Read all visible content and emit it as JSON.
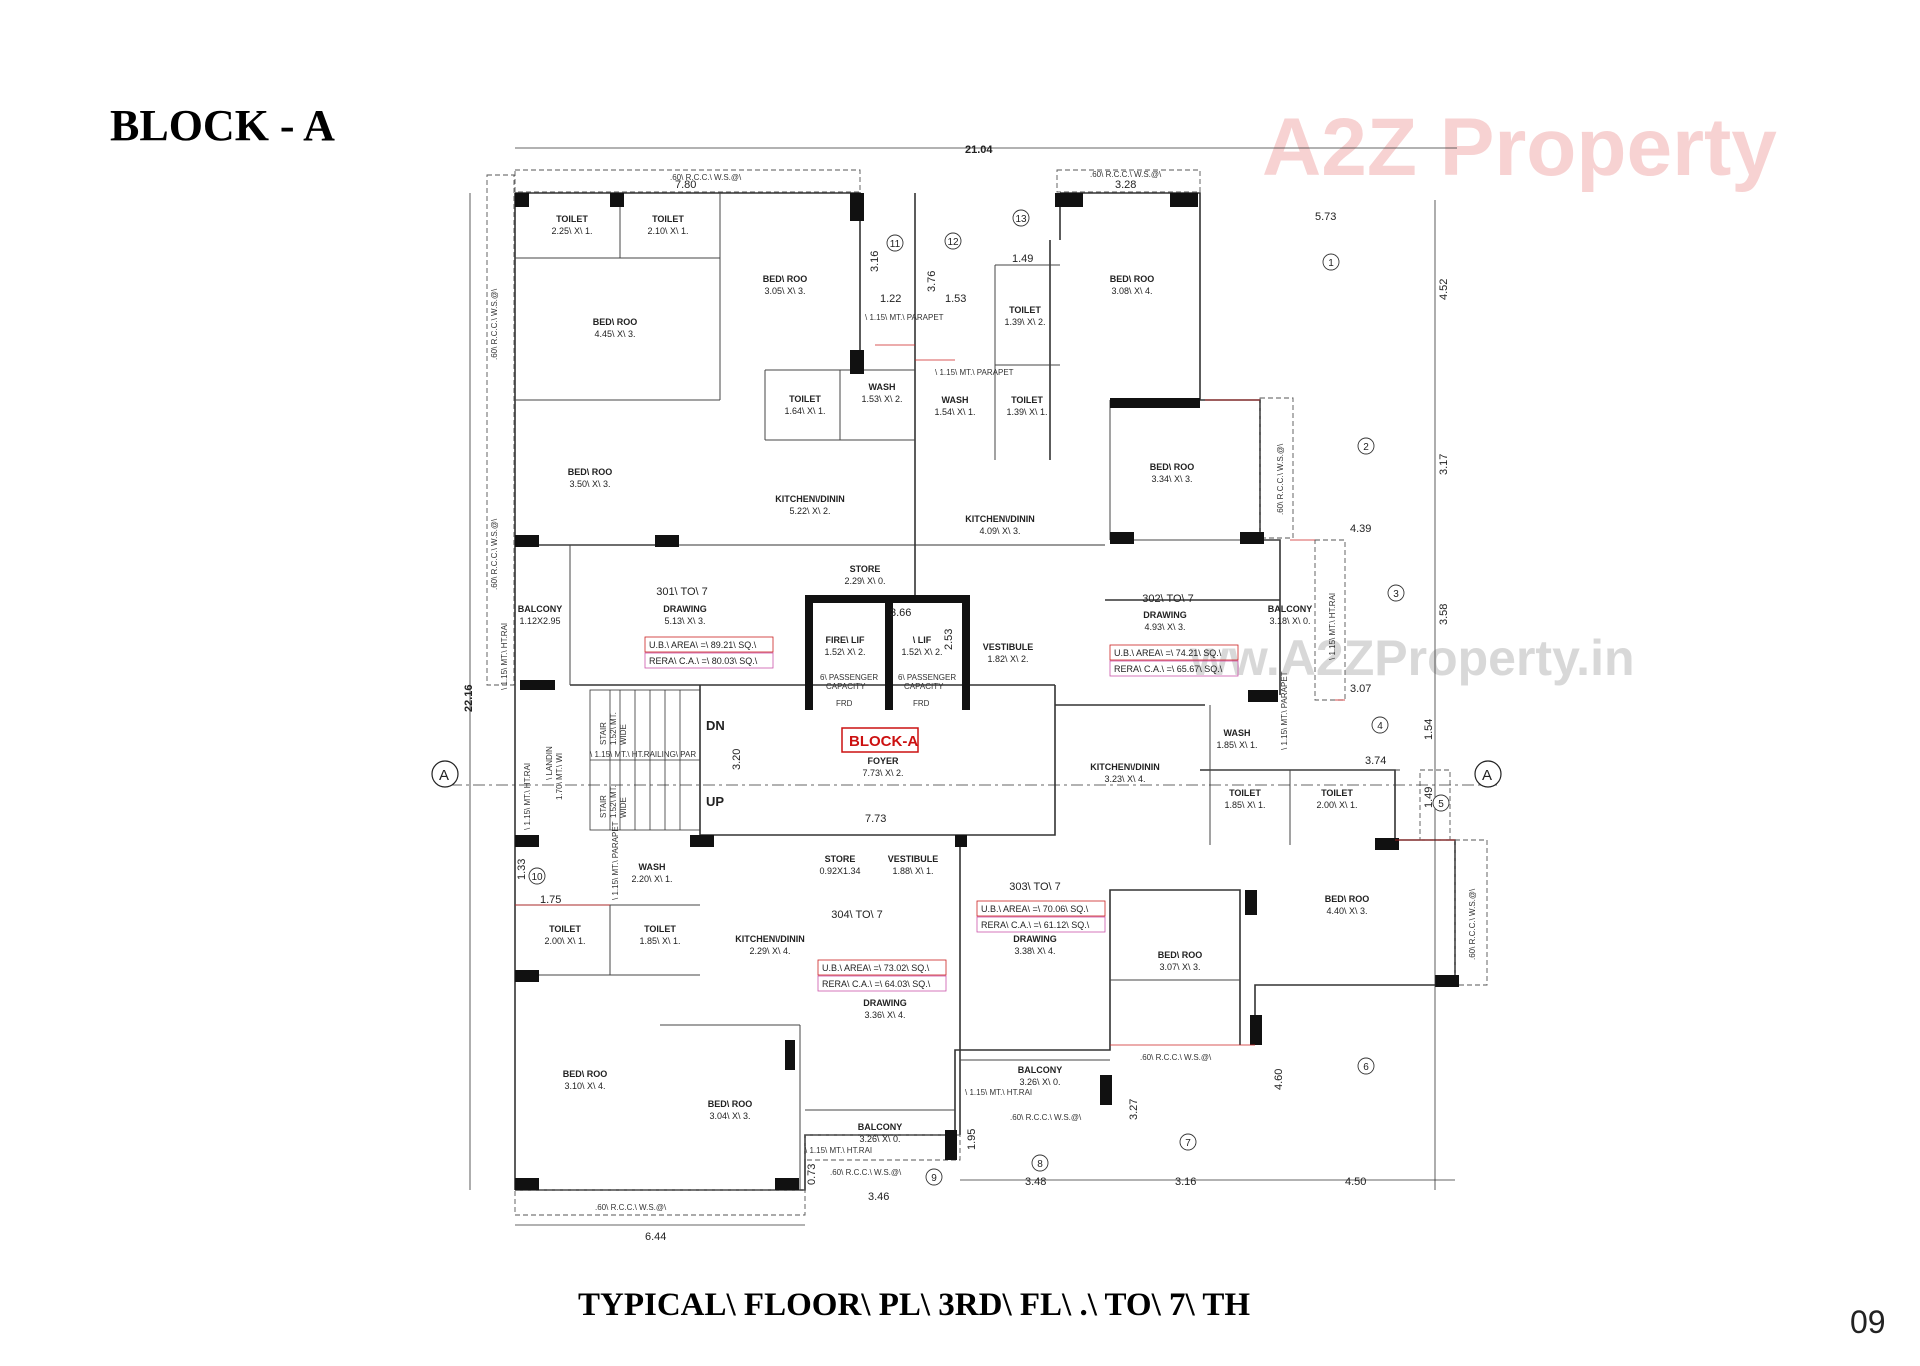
{
  "page_title": "BLOCK - A",
  "plan_title": "TYPICAL\\ FLOOR\\ PL\\ 3RD\\ FL\\ .\\ TO\\ 7\\ TH",
  "page_number": "09",
  "watermark": {
    "logo": "A2Z Property",
    "url": "ww.A2ZProperty.in"
  },
  "block_label": "BLOCK-A",
  "section_marker": "A",
  "dimensions": {
    "overall_width": "21.04",
    "overall_depth": "22.16",
    "top_left": "7.80",
    "top_right": "3.28",
    "bottom_left": "6.44",
    "bottom_mid": "3.46",
    "foyer_width": "7.73",
    "lift_width": "3.66",
    "lift_depth": "2.53",
    "stair_run": "3.20",
    "d_5_73": "5.73",
    "d_4_52": "4.52",
    "d_3_17": "3.17",
    "d_4_39": "4.39",
    "d_3_58": "3.58",
    "d_3_07": "3.07",
    "d_1_54": "1.54",
    "d_3_74": "3.74",
    "d_1_49b": "1.49",
    "d_4_60": "4.60",
    "d_3_27": "3.27",
    "d_1_95": "1.95",
    "d_3_48": "3.48",
    "d_3_16b": "3.16",
    "d_4_50": "4.50",
    "d_0_73": "0.73",
    "d_1_22": "1.22",
    "d_1_53": "1.53",
    "d_3_16": "3.16",
    "d_3_76": "3.76",
    "d_1_49": "1.49",
    "d_1_33": "1.33",
    "d_1_75": "1.75"
  },
  "rooms": [
    {
      "name": "TOILET",
      "size": "2.25\\ X\\ 1."
    },
    {
      "name": "TOILET",
      "size": "2.10\\ X\\ 1."
    },
    {
      "name": "BED\\ ROO",
      "size": "3.05\\ X\\ 3."
    },
    {
      "name": "BED\\ ROO",
      "size": "4.45\\ X\\ 3."
    },
    {
      "name": "TOILET",
      "size": "1.64\\ X\\ 1."
    },
    {
      "name": "WASH",
      "size": "1.53\\ X\\ 2."
    },
    {
      "name": "BED\\ ROO",
      "size": "3.50\\ X\\ 3."
    },
    {
      "name": "KITCHEN\\/DININ",
      "size": "5.22\\ X\\ 2."
    },
    {
      "name": "STORE",
      "size": "2.29\\ X\\ 0."
    },
    {
      "name": "BALCONY",
      "size": "1.12X2.95"
    },
    {
      "name": "DRAWING",
      "size": "5.13\\ X\\ 3."
    },
    {
      "name": "FIRE\\ LIF",
      "size": "1.52\\ X\\ 2."
    },
    {
      "name": "\\ LIF",
      "size": "1.52\\ X\\ 2."
    },
    {
      "name": "VESTIBULE",
      "size": "1.82\\ X\\ 2."
    },
    {
      "name": "TOILET",
      "size": "1.39\\ X\\ 2."
    },
    {
      "name": "WASH",
      "size": "1.54\\ X\\ 1."
    },
    {
      "name": "TOILET",
      "size": "1.39\\ X\\ 1."
    },
    {
      "name": "KITCHEN\\/DININ",
      "size": "4.09\\ X\\ 3."
    },
    {
      "name": "BED\\ ROO",
      "size": "3.08\\ X\\ 4."
    },
    {
      "name": "BED\\ ROO",
      "size": "3.34\\ X\\ 3."
    },
    {
      "name": "DRAWING",
      "size": "4.93\\ X\\ 3."
    },
    {
      "name": "BALCONY",
      "size": "3.18\\ X\\ 0."
    },
    {
      "name": "FOYER",
      "size": "7.73\\ X\\ 2."
    },
    {
      "name": "WASH",
      "size": "1.85\\ X\\ 1."
    },
    {
      "name": "KITCHEN\\/DININ",
      "size": "3.23\\ X\\ 4."
    },
    {
      "name": "TOILET",
      "size": "1.85\\ X\\ 1."
    },
    {
      "name": "TOILET",
      "size": "2.00\\ X\\ 1."
    },
    {
      "name": "BED\\ ROO",
      "size": "4.40\\ X\\ 3."
    },
    {
      "name": "WASH",
      "size": "2.20\\ X\\ 1."
    },
    {
      "name": "STORE",
      "size": "0.92X1.34"
    },
    {
      "name": "VESTIBULE",
      "size": "1.88\\ X\\ 1."
    },
    {
      "name": "TOILET",
      "size": "2.00\\ X\\ 1."
    },
    {
      "name": "TOILET",
      "size": "1.85\\ X\\ 1."
    },
    {
      "name": "KITCHEN\\/DININ",
      "size": "2.29\\ X\\ 4."
    },
    {
      "name": "DRAWING",
      "size": "3.36\\ X\\ 4."
    },
    {
      "name": "DRAWING",
      "size": "3.38\\ X\\ 4."
    },
    {
      "name": "BED\\ ROO",
      "size": "3.07\\ X\\ 3."
    },
    {
      "name": "BED\\ ROO",
      "size": "3.10\\ X\\ 4."
    },
    {
      "name": "BED\\ ROO",
      "size": "3.04\\ X\\ 3."
    },
    {
      "name": "BALCONY",
      "size": "3.26\\ X\\ 0."
    },
    {
      "name": "BALCONY",
      "size": "3.26\\ X\\ 0."
    }
  ],
  "flats": [
    {
      "id": "301\\ TO\\ 7",
      "ub_area": "U.B.\\ AREA\\ =\\ 89.21\\ SQ.\\",
      "rera": "RERA\\ C.A.\\ =\\ 80.03\\ SQ.\\"
    },
    {
      "id": "302\\ TO\\ 7",
      "ub_area": "U.B.\\ AREA\\ =\\ 74.21\\ SQ.\\",
      "rera": "RERA\\ C.A.\\ =\\ 65.67\\ SQ.\\"
    },
    {
      "id": "303\\ TO\\ 7",
      "ub_area": "U.B.\\ AREA\\ =\\ 70.06\\ SQ.\\",
      "rera": "RERA\\ C.A.\\ =\\ 61.12\\ SQ.\\"
    },
    {
      "id": "304\\ TO\\ 7",
      "ub_area": "U.B.\\ AREA\\ =\\ 73.02\\ SQ.\\",
      "rera": "RERA\\ C.A.\\ =\\ 64.03\\ SQ.\\"
    }
  ],
  "notes": {
    "stair": "STAIR",
    "stair_width": "1.52\\ MT.",
    "wide": "WIDE",
    "dn": "DN",
    "up": "UP",
    "railing": "\\ 1.15\\ MT.\\ HT.RAILING\\ PAR",
    "landing": "\\ LANDIN",
    "landing_size": "1.70\\ MT.\\ WI",
    "passenger": "6\\ PASSENGER",
    "capacity": "CAPACITY",
    "frd": "FRD",
    "rcc_ws": ".60\\ R.C.C.\\ W.S.@\\",
    "parapet": "\\ 1.15\\ MT.\\ PARAPET",
    "ht_rail": "\\ 1.15\\ MT.\\ HT.RAI"
  },
  "grid_markers": [
    "1",
    "2",
    "3",
    "4",
    "5",
    "6",
    "7",
    "8",
    "9",
    "10",
    "11",
    "12",
    "13"
  ]
}
